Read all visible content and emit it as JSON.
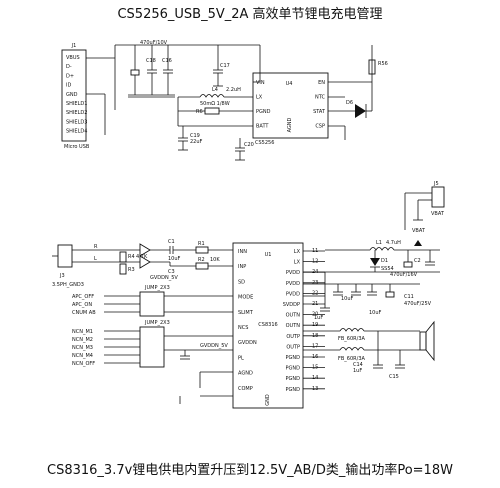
{
  "titles": {
    "top": "CS5256_USB_5V_2A 高效单节锂电充电管理",
    "bottom": "CS8316_3.7v锂电供电内置升压到12.5V_AB/D类_输出功率Po=18W"
  },
  "usb": {
    "ref": "J1",
    "name": "Micro USB",
    "pins": [
      "VBUS",
      "D-",
      "D+",
      "ID",
      "GND",
      "SHIELD1",
      "SHIELD2",
      "SHIELD3",
      "SHIELD4"
    ]
  },
  "cs5256": {
    "ref": "U4",
    "name": "CS5256",
    "pins_left": [
      "VIN",
      "LX",
      "PGND",
      "BATT"
    ],
    "pins_right": [
      "EN",
      "NTC",
      "STAT",
      "CSP"
    ],
    "bottom_pin": "AGND",
    "parts": {
      "c_input": "470uF/10V",
      "c16": "C16",
      "c18": "C18",
      "c17": "C17",
      "l4": "L4",
      "l4_value": "2.2uH",
      "r_sense": "R6",
      "r_sense_value": "50mΩ 1/8W",
      "c19": "C19",
      "c19_value": "22uF",
      "c20": "C20",
      "r_led": "R56",
      "led": "D6"
    }
  },
  "battery": {
    "ref": "J5",
    "net": "VBAT"
  },
  "cs8316": {
    "ref": "U1",
    "name": "CS8316",
    "pins_left": [
      "INN",
      "INP",
      "SD",
      "MODE",
      "SLIMT",
      "NCS",
      "GVDDN",
      "PL",
      "AGND",
      "COMP"
    ],
    "pins_right": [
      "LX",
      "LX",
      "PVDD",
      "PVDD",
      "PVDD",
      "SVDDP",
      "OUTN",
      "OUTN",
      "OUTP",
      "OUTP",
      "PGND",
      "PGND",
      "PGND",
      "PGND"
    ],
    "right_numbers": [
      "11",
      "12",
      "24",
      "23",
      "22",
      "21",
      "20",
      "19",
      "18",
      "17",
      "16",
      "15",
      "14",
      "13"
    ],
    "bottom_pin": "GND",
    "parts": {
      "inductor": "L1",
      "inductor_value": "4.7uH",
      "diode": "D1",
      "diode_part": "SS54",
      "c_boost": "470uF/16V",
      "c_boost_ref": "C2",
      "c_out": "470uF/25V",
      "c_out_ref": "C11",
      "fb1": "FB_60R/3A",
      "fb2": "FB_60R/3A",
      "c14": "C14",
      "c15": "C15",
      "c14_value": "1uF",
      "c15_value": "1uF",
      "c12_value": "10uF",
      "c13_value": "10uF",
      "vbat": "VBAT"
    }
  },
  "audio_in": {
    "jack": "J3",
    "jack_label": "3.5PH_GND3",
    "channel_r": "R",
    "channel_l": "L",
    "c_in1": "C1",
    "c_in2": "C3",
    "c_in_value": "10uF",
    "r_in1": "R1",
    "r_in2": "R2",
    "r_value": "10K",
    "r_bias1": "R4",
    "r_bias2": "R3",
    "r_bias_value": "4.7K"
  },
  "jumpers": {
    "j1": "JUMP_2X3",
    "j2": "JUMP_2X3",
    "apc_labels": [
      "APC_OFF",
      "APC_ON",
      "CNUM AB"
    ],
    "ncs_labels": [
      "NCN_M1",
      "NCN_M2",
      "NCN_M3",
      "NCN_M4",
      "NCN_OFF"
    ],
    "supply_net": "GVDDN_5V"
  }
}
